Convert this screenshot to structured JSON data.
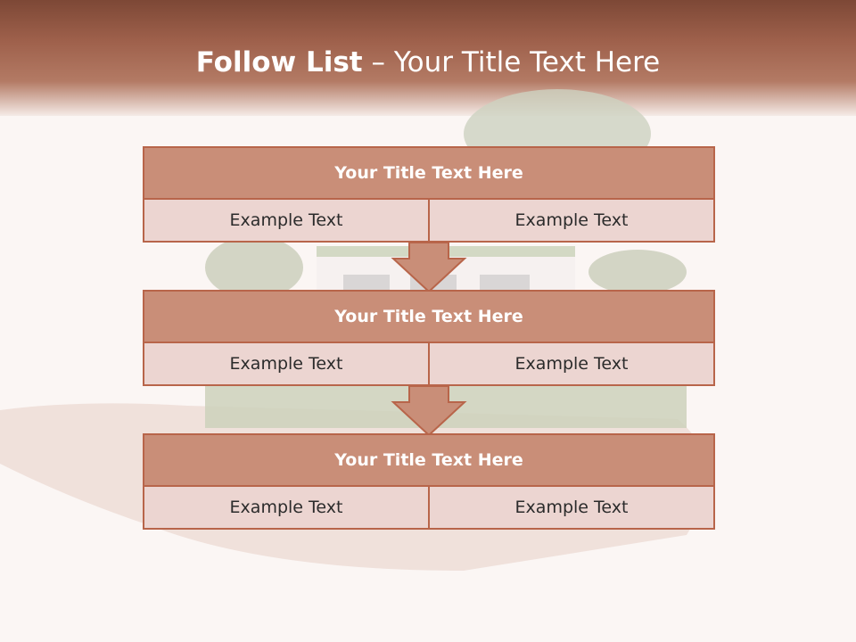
{
  "header": {
    "title_strong": "Follow List",
    "title_rest": " – Your Title Text Here"
  },
  "blocks": [
    {
      "title": "Your Title Text Here",
      "left": "Example Text",
      "right": "Example Text"
    },
    {
      "title": "Your Title Text Here",
      "left": "Example Text",
      "right": "Example Text"
    },
    {
      "title": "Your Title Text Here",
      "left": "Example Text",
      "right": "Example Text"
    }
  ],
  "colors": {
    "header_top": "#7d4836",
    "block_border": "#b8654a",
    "block_title_fill": "#c98e78",
    "cell_fill": "#ecd5d1",
    "arrow_fill": "#c98e78"
  }
}
